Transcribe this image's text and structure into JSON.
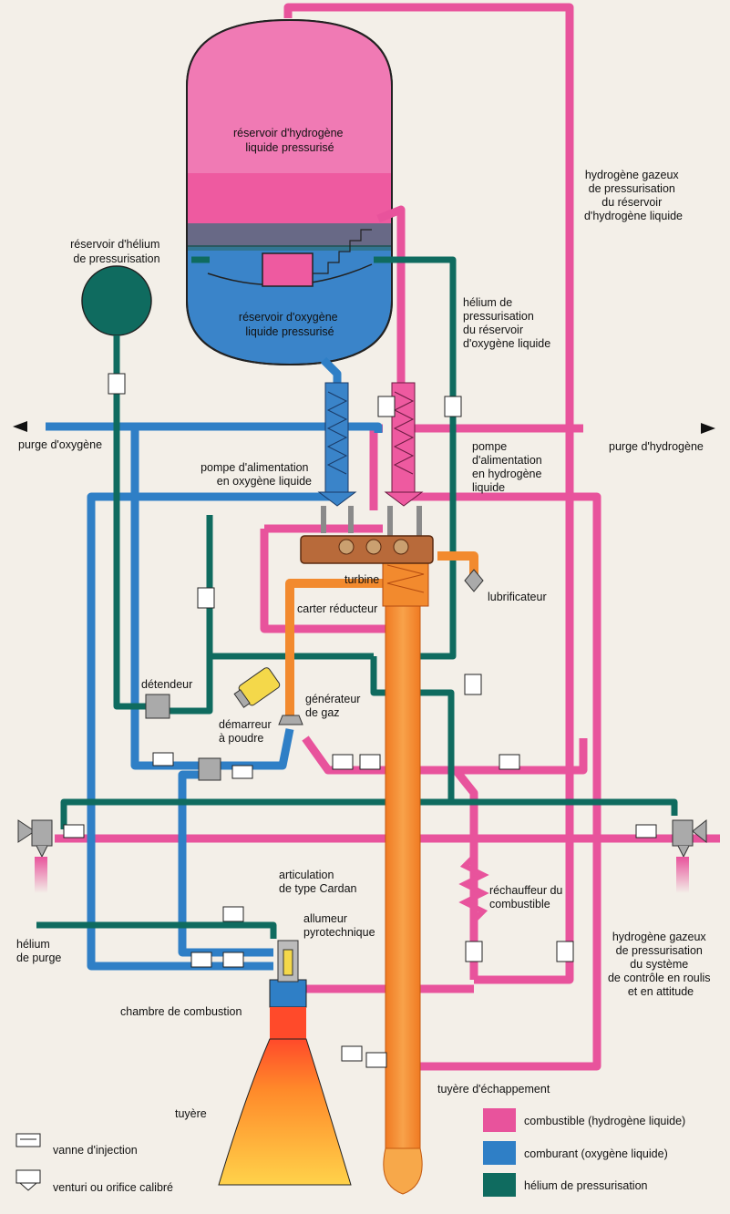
{
  "colors": {
    "fuel": "#e8539c",
    "oxidizer": "#2f7fc6",
    "helium": "#0f6b5f",
    "hot_gas": "#f28a2e",
    "gray": "#9a9a9a",
    "brown": "#b86a3a",
    "tank_pink": "#ee5aa0",
    "tank_blue": "#3a84c9",
    "background": "#f3efe8"
  },
  "labels": {
    "h2_tank": [
      "réservoir d'hydrogène",
      "liquide pressurisé"
    ],
    "o2_tank": [
      "réservoir d'oxygène",
      "liquide pressurisé"
    ],
    "he_tank": [
      "réservoir d'hélium",
      "de pressurisation"
    ],
    "h2_gas_tank_pressurization": [
      "hydrogène gazeux",
      "de pressurisation",
      "du réservoir",
      "d'hydrogène liquide"
    ],
    "he_o2_pressurization": [
      "hélium de",
      "pressurisation",
      "du réservoir",
      "d'oxygène liquide"
    ],
    "purge_oxygen": "purge d'oxygène",
    "purge_hydrogen": "purge d'hydrogène",
    "lox_pump": [
      "pompe d'alimentation",
      "en oxygène liquide"
    ],
    "lh2_pump": [
      "pompe",
      "d'alimentation",
      "en hydrogène",
      "liquide"
    ],
    "turbine": "turbine",
    "gearbox": "carter réducteur",
    "lubricator": "lubrificateur",
    "regulator": "détendeur",
    "powder_starter": [
      "démarreur",
      "à poudre"
    ],
    "gas_generator": [
      "générateur",
      "de gaz"
    ],
    "fuel_heater": [
      "réchauffeur du",
      "combustible"
    ],
    "cardan": [
      "articulation",
      "de type Cardan"
    ],
    "igniter": [
      "allumeur",
      "pyrotechnique"
    ],
    "helium_purge": [
      "hélium",
      "de purge"
    ],
    "combustion_chamber": "chambre de combustion",
    "nozzle": "tuyère",
    "exhaust_nozzle": "tuyère d'échappement",
    "h2_gas_attitude": [
      "hydrogène gazeux",
      "de pressurisation",
      "du système",
      "de contrôle en roulis",
      "et en attitude"
    ]
  },
  "legend": {
    "valve_injection": "vanne d'injection",
    "venturi": "venturi ou orifice calibré",
    "fuel": "combustible (hydrogène liquide)",
    "oxidizer": "comburant (oxygène liquide)",
    "helium": "hélium de pressurisation"
  }
}
